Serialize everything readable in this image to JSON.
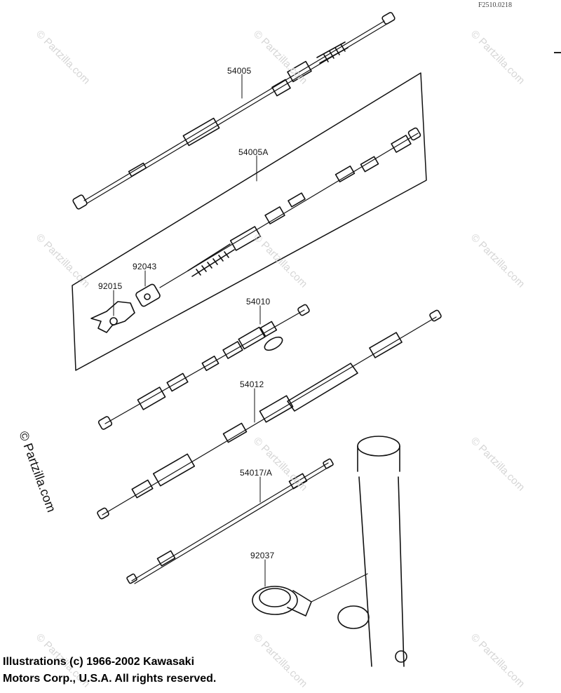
{
  "header": {
    "diagram_code": "F2510.0218"
  },
  "parts": {
    "p54005": "54005",
    "p54005A": "54005A",
    "p92043": "92043",
    "p92015": "92015",
    "p54010": "54010",
    "p54012": "54012",
    "p54017A": "54017/A",
    "p92037": "92037"
  },
  "footer": {
    "line1": "Illustrations (c) 1966-2002 Kawasaki",
    "line2": "Motors Corp., U.S.A.  All rights reserved."
  },
  "watermark": {
    "side": "© Partzilla.com",
    "tile": "© Partzilla.com"
  }
}
